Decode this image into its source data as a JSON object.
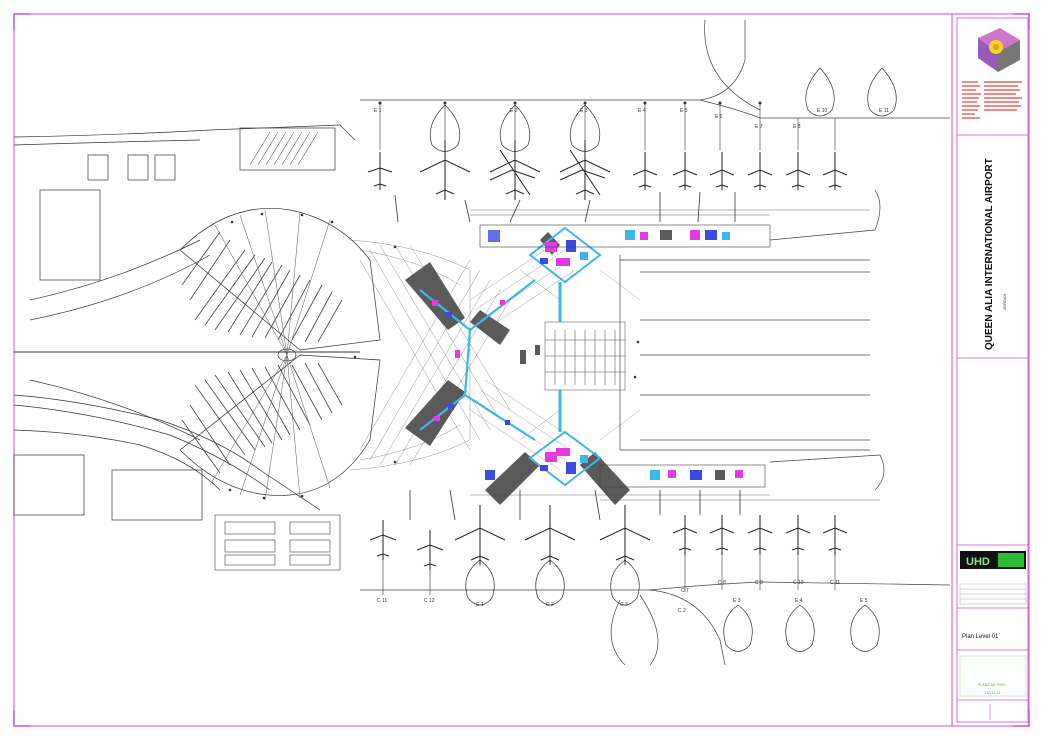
{
  "title_block": {
    "project_title": "QUEEN ALIA INTERNATIONAL AIRPORT",
    "project_subtitle": "JORDAN",
    "drawing_name": "Plan Level 01",
    "stamp_line1": "PLANO DE PISO",
    "stamp_line2": "LEVEL 01",
    "firm_logo_text": "UHD"
  },
  "stands_top": [
    "E 10",
    "E 11",
    "E 8",
    "E 7",
    "E 6",
    "E 5",
    "E 4",
    "E 3",
    "E 2",
    "E 1"
  ],
  "stands_bottom": [
    "C 11",
    "C 12",
    "C 1",
    "C 2",
    "C 3",
    "C 7",
    "C 8",
    "C 9",
    "C 10",
    "C 11"
  ],
  "stands_bottom_lower": [
    "E 3",
    "E 2",
    "C 2",
    "E 3",
    "E 4",
    "E 5"
  ],
  "colors": {
    "border": "#d24fd2",
    "linework": "#333333",
    "accent_cyan": "#3bb8e8",
    "accent_magenta": "#e23be2",
    "accent_blue": "#3b4be2",
    "logo_green": "#2dbb3a",
    "fill_gray": "#5a5a5a"
  }
}
